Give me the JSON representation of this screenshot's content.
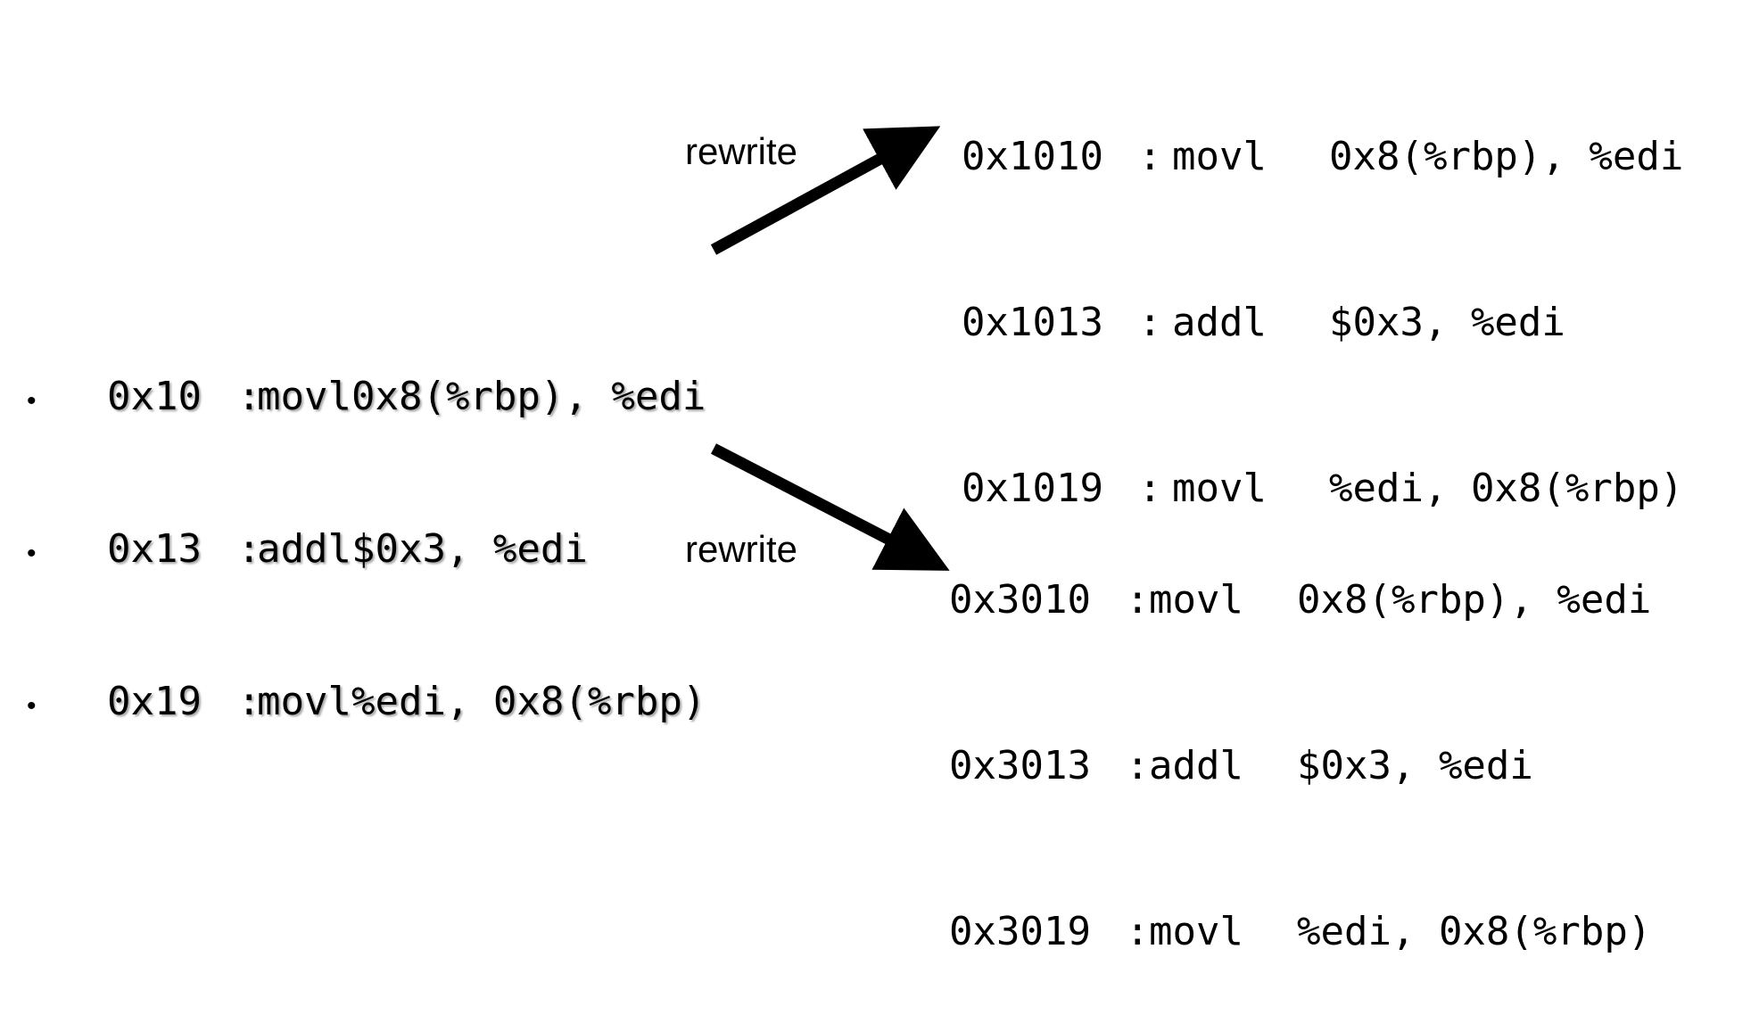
{
  "original": {
    "lines": [
      {
        "addr": "0x10",
        "sep": ":",
        "op": "movl",
        "args": "0x8(%rbp), %edi"
      },
      {
        "addr": "0x13",
        "sep": ":",
        "op": "addl",
        "args": "$0x3, %edi"
      },
      {
        "addr": "0x19",
        "sep": ":",
        "op": "movl",
        "args": "%edi, 0x8(%rbp)"
      }
    ],
    "bullet": "•"
  },
  "rewrite_top": {
    "label": "rewrite",
    "lines": [
      {
        "addr": "0x1010",
        "sep": ":",
        "op": "movl",
        "args": "0x8(%rbp), %edi"
      },
      {
        "addr": "0x1013",
        "sep": ":",
        "op": "addl",
        "args": "$0x3, %edi"
      },
      {
        "addr": "0x1019",
        "sep": ":",
        "op": "movl",
        "args": "%edi, 0x8(%rbp)"
      }
    ]
  },
  "rewrite_bottom": {
    "label": "rewrite",
    "lines": [
      {
        "addr": "0x3010",
        "sep": ":",
        "op": "movl",
        "args": "0x8(%rbp), %edi"
      },
      {
        "addr": "0x3013",
        "sep": ":",
        "op": "addl",
        "args": "$0x3, %edi"
      },
      {
        "addr": "0x3019",
        "sep": ":",
        "op": "movl",
        "args": "%edi, 0x8(%rbp)"
      }
    ]
  },
  "colors": {
    "text": "#000000",
    "arrow": "#000000",
    "background": "#ffffff"
  }
}
